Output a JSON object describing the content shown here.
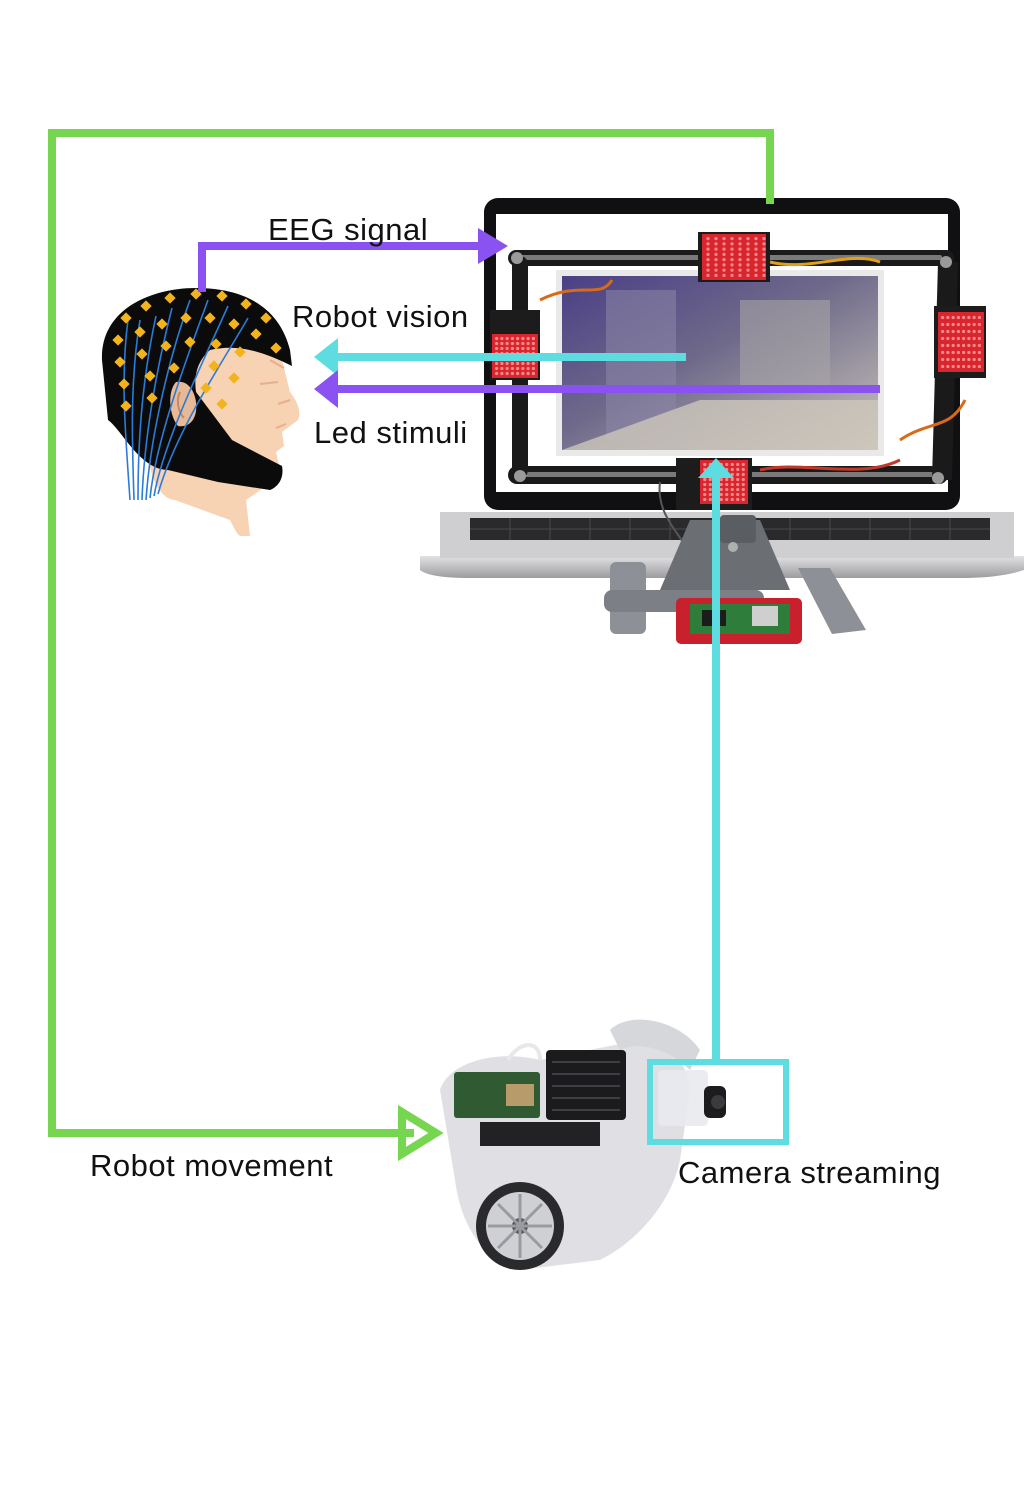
{
  "labels": {
    "eeg_signal": "EEG signal",
    "robot_vision": "Robot vision",
    "led_stimuli": "Led stimuli",
    "robot_movement": "Robot movement",
    "camera_streaming": "Camera streaming"
  },
  "colors": {
    "green_path": "#76d650",
    "purple_path": "#8a52f0",
    "cyan_path": "#5ddde0",
    "head_skin": "#f7d2b3",
    "cap": "#0b0b0b",
    "electrode": "#f2b31c",
    "led_panel": "#d9262e",
    "laptop_body": "#c9c9cb"
  }
}
